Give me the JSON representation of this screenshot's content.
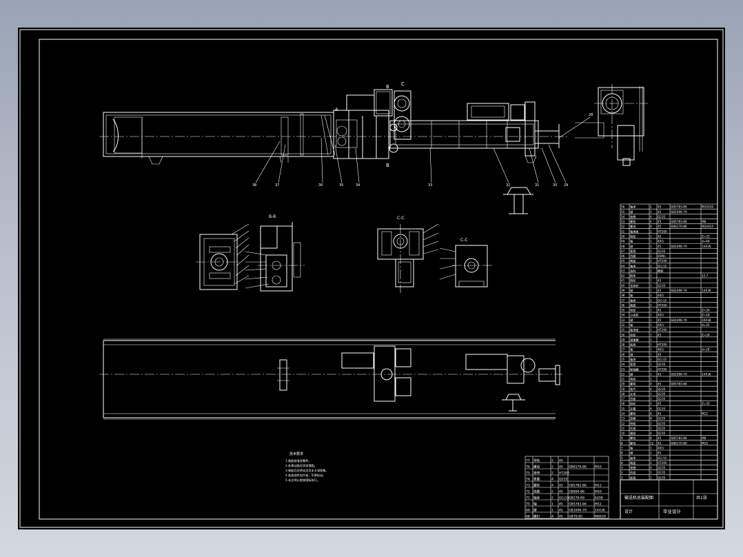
{
  "drawing": {
    "section_labels": {
      "bb": "B-B",
      "cc": "C-C",
      "cc2": "C-C"
    },
    "cut_labels": {
      "b_top": "B",
      "b_bottom": "B",
      "c_top": "C",
      "a_mark": "A"
    },
    "technical_requirements": {
      "heading": "技术要求",
      "lines": [
        "1.装配前清洗零件。",
        "2.各滑动面应涂润滑脂。",
        "3.装配后应转动灵活无卡滞现象。",
        "4.各紧固件应拧紧，不得松动。",
        "5.未注明公差按国标执行。"
      ]
    },
    "title_block": {
      "title": "输送机总装配图",
      "designer_label": "设计",
      "design_text": "毕业设计",
      "sheet": "共1张"
    },
    "parts_list_right": [
      [
        "56",
        "轴承",
        "2",
        "45",
        "GB5783-86",
        "M10X30"
      ],
      [
        "55",
        "键",
        "2",
        "45",
        "GB1096-79",
        ""
      ],
      [
        "54",
        "垫圈",
        "4",
        "Q235",
        "",
        ""
      ],
      [
        "53",
        "螺栓",
        "4",
        "45",
        "GB5783-86",
        "M8"
      ],
      [
        "52",
        "螺母",
        "8",
        "45",
        "GB6170-86",
        "M10X25"
      ],
      [
        "51",
        "轴承座",
        "2",
        "HT200",
        "",
        ""
      ],
      [
        "50",
        "链轮",
        "1",
        "45",
        "",
        "Z=25"
      ],
      [
        "49",
        "轴",
        "1",
        "40Cr",
        "",
        "d=40"
      ],
      [
        "48",
        "键",
        "1",
        "45",
        "GB1096-79",
        "14X36"
      ],
      [
        "47",
        "套筒",
        "1",
        "Q235",
        "",
        ""
      ],
      [
        "46",
        "挡圈",
        "2",
        "65Mn",
        "",
        ""
      ],
      [
        "45",
        "端盖",
        "2",
        "HT200",
        "",
        ""
      ],
      [
        "44",
        "轴承",
        "2",
        "GCr15",
        "",
        ""
      ],
      [
        "43",
        "油封",
        "2",
        "橡胶",
        "",
        ""
      ],
      [
        "42",
        "链条",
        "1",
        "",
        "",
        "12.7"
      ],
      [
        "41",
        "链轮",
        "1",
        "45",
        "",
        ""
      ],
      [
        "40",
        "张紧轮",
        "1",
        "Q235",
        "",
        ""
      ],
      [
        "39",
        "键",
        "1",
        "45",
        "GB1096-79",
        "14X36"
      ],
      [
        "38",
        "轴",
        "1",
        "40Cr",
        "",
        ""
      ],
      [
        "37",
        "轴承",
        "2",
        "GCr15",
        "",
        ""
      ],
      [
        "36",
        "端盖",
        "2",
        "HT200",
        "",
        ""
      ],
      [
        "35",
        "齿轮",
        "1",
        "45",
        "",
        "Z=24"
      ],
      [
        "34",
        "小齿轮",
        "1",
        "40Cr",
        "",
        "Z=18"
      ],
      [
        "33",
        "键",
        "1",
        "45",
        "GB1096-79",
        "10X36"
      ],
      [
        "32",
        "轴",
        "1",
        "40Cr",
        "",
        "d=35"
      ],
      [
        "31",
        "轴承座",
        "1",
        "HT200",
        "",
        ""
      ],
      [
        "30",
        "齿轮",
        "1",
        "45",
        "",
        "Z=24"
      ],
      [
        "29",
        "减速器",
        "1",
        "",
        "",
        ""
      ],
      [
        "28",
        "底座",
        "1",
        "HT200",
        "",
        ""
      ],
      [
        "27",
        "轴",
        "1",
        "40Cr",
        "",
        "d=28"
      ],
      [
        "26",
        "键",
        "1",
        "45",
        "",
        ""
      ],
      [
        "25",
        "轴承",
        "2",
        "GCr15",
        "",
        ""
      ],
      [
        "24",
        "套筒",
        "1",
        "Q235",
        "",
        ""
      ],
      [
        "23",
        "联轴器",
        "1",
        "HT200",
        "",
        ""
      ],
      [
        "22",
        "键",
        "1",
        "45",
        "GB1096-79",
        "14X36"
      ],
      [
        "21",
        "电机",
        "1",
        "",
        "",
        ""
      ],
      [
        "20",
        "螺栓",
        "4",
        "45",
        "GB5783-86",
        ""
      ],
      [
        "19",
        "垫片",
        "4",
        "Q235",
        "",
        ""
      ],
      [
        "18",
        "支架",
        "1",
        "Q235",
        "",
        ""
      ],
      [
        "17",
        "挡板",
        "1",
        "Q235",
        "",
        ""
      ],
      [
        "16",
        "链轮",
        "2",
        "45",
        "",
        "Z=32"
      ],
      [
        "15",
        "支腿",
        "4",
        "Q235",
        "",
        ""
      ],
      [
        "14",
        "螺栓",
        "8",
        "45",
        "",
        "M12"
      ],
      [
        "13",
        "垫圈",
        "8",
        "Q235",
        "",
        ""
      ],
      [
        "12",
        "侧板",
        "2",
        "Q235",
        "",
        ""
      ],
      [
        "11",
        "托辊",
        "1",
        "Q235",
        "",
        ""
      ],
      [
        "10",
        "横梁",
        "4",
        "Q235",
        "",
        ""
      ],
      [
        "9",
        "螺栓",
        "8",
        "45",
        "GB5783-86",
        "M8"
      ],
      [
        "8",
        "螺母",
        "12",
        "45",
        "GB6170-86",
        "M10"
      ],
      [
        "7",
        "轴",
        "1",
        "40Cr",
        "",
        ""
      ],
      [
        "6",
        "键",
        "2",
        "45",
        "",
        ""
      ],
      [
        "5",
        "轴承",
        "2",
        "GCr15",
        "",
        ""
      ],
      [
        "4",
        "端盖",
        "2",
        "HT200",
        "",
        ""
      ],
      [
        "3",
        "垫圈",
        "4",
        "Q235",
        "",
        ""
      ],
      [
        "2",
        "机架",
        "1",
        "Q235",
        "",
        ""
      ],
      [
        "1",
        "底板",
        "1",
        "Q235",
        "",
        ""
      ]
    ],
    "parts_list_left": [
      [
        "77",
        "导轨",
        "2",
        "45",
        "",
        ""
      ],
      [
        "76",
        "螺母",
        "2",
        "45",
        "GB6170-86",
        "M10"
      ],
      [
        "75",
        "滑块",
        "2",
        "HT200",
        "",
        ""
      ],
      [
        "74",
        "垫圈",
        "4",
        "Q235",
        "",
        ""
      ],
      [
        "73",
        "螺栓",
        "4",
        "45",
        "GB5782-86",
        "M12"
      ],
      [
        "72",
        "挡圈",
        "2",
        "45",
        "GB894-86",
        "M10"
      ],
      [
        "71",
        "轴承",
        "2",
        "GCr15",
        "GB276-89",
        "6208"
      ],
      [
        "70",
        "轴",
        "1",
        "45",
        "GB5783-86",
        "M12"
      ],
      [
        "69",
        "键",
        "1",
        "45",
        "GB1096-79",
        "14X36"
      ],
      [
        "68",
        "螺钉",
        "4",
        "45",
        "GB70-85",
        "M8X20"
      ]
    ]
  }
}
